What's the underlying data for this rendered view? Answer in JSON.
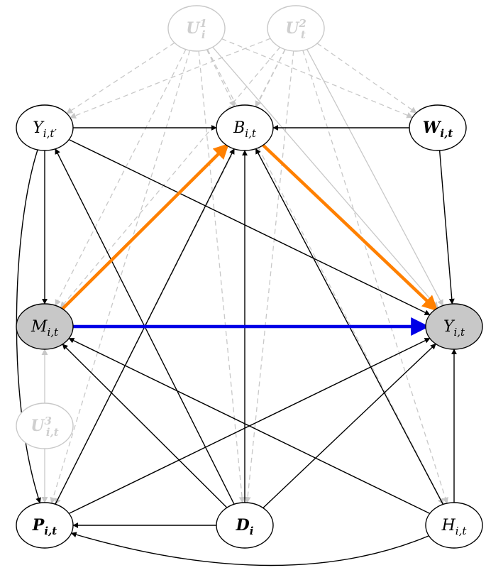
{
  "nodes": {
    "U1": {
      "base": "U",
      "sub": "i",
      "sup": "1",
      "latent": true,
      "bold": true
    },
    "U2": {
      "base": "U",
      "sub": "t",
      "sup": "2",
      "latent": true,
      "bold": true
    },
    "U3": {
      "base": "U",
      "sub": "i,t",
      "sup": "3",
      "latent": true,
      "bold": true
    },
    "Ytp": {
      "base": "Y",
      "sub": "i,t′",
      "sup": ""
    },
    "B": {
      "base": "B",
      "sub": "i,t",
      "sup": ""
    },
    "W": {
      "base": "W",
      "sub": "i,t",
      "sup": "",
      "bold": true
    },
    "M": {
      "base": "M",
      "sub": "i,t",
      "sup": "",
      "shaded": true
    },
    "Y": {
      "base": "Y",
      "sub": "i,t",
      "sup": "",
      "shaded": true
    },
    "P": {
      "base": "P",
      "sub": "i,t",
      "sup": "",
      "bold": true
    },
    "D": {
      "base": "D",
      "sub": "i",
      "sup": "",
      "bold": true
    },
    "H": {
      "base": "H",
      "sub": "i,t",
      "sup": ""
    }
  },
  "colors": {
    "black": "#000000",
    "latent_gray": "#c8c8c8",
    "orange": "#ff8000",
    "blue": "#0000e6",
    "shaded_fill": "#c8c8c8"
  },
  "edges": [
    {
      "from": "U1",
      "to": "Ytp",
      "style": "dashed"
    },
    {
      "from": "U1",
      "to": "B",
      "style": "dashed"
    },
    {
      "from": "U1",
      "to": "W",
      "style": "dashed"
    },
    {
      "from": "U1",
      "to": "M",
      "style": "dashed"
    },
    {
      "from": "U1",
      "to": "P",
      "style": "dashed"
    },
    {
      "from": "U1",
      "to": "D",
      "style": "dashed"
    },
    {
      "from": "U1",
      "to": "H",
      "style": "dashed"
    },
    {
      "from": "U1",
      "to": "Y",
      "style": "gray"
    },
    {
      "from": "U2",
      "to": "Ytp",
      "style": "dashed"
    },
    {
      "from": "U2",
      "to": "B",
      "style": "dashed"
    },
    {
      "from": "U2",
      "to": "W",
      "style": "dashed"
    },
    {
      "from": "U2",
      "to": "M",
      "style": "dashed"
    },
    {
      "from": "U2",
      "to": "P",
      "style": "dashed"
    },
    {
      "from": "U2",
      "to": "D",
      "style": "dashed"
    },
    {
      "from": "U2",
      "to": "H",
      "style": "dashed"
    },
    {
      "from": "U2",
      "to": "Y",
      "style": "gray"
    },
    {
      "from": "U3",
      "to": "M",
      "style": "gray"
    },
    {
      "from": "U3",
      "to": "P",
      "style": "gray"
    },
    {
      "from": "Ytp",
      "to": "B",
      "style": "black"
    },
    {
      "from": "Ytp",
      "to": "M",
      "style": "black"
    },
    {
      "from": "Ytp",
      "to": "Y",
      "style": "black"
    },
    {
      "from": "Ytp",
      "to": "P",
      "style": "black",
      "curve": "left"
    },
    {
      "from": "W",
      "to": "B",
      "style": "black"
    },
    {
      "from": "W",
      "to": "Y",
      "style": "black"
    },
    {
      "from": "M",
      "to": "B",
      "style": "orange"
    },
    {
      "from": "B",
      "to": "Y",
      "style": "orange"
    },
    {
      "from": "M",
      "to": "Y",
      "style": "blue"
    },
    {
      "from": "P",
      "to": "B",
      "style": "black"
    },
    {
      "from": "P",
      "to": "Y",
      "style": "black"
    },
    {
      "from": "D",
      "to": "P",
      "style": "black"
    },
    {
      "from": "D",
      "to": "B",
      "style": "black"
    },
    {
      "from": "D",
      "to": "Y",
      "style": "black"
    },
    {
      "from": "D",
      "to": "M",
      "style": "black"
    },
    {
      "from": "D",
      "to": "Ytp",
      "style": "black"
    },
    {
      "from": "H",
      "to": "Y",
      "style": "black"
    },
    {
      "from": "H",
      "to": "B",
      "style": "black"
    },
    {
      "from": "H",
      "to": "M",
      "style": "black"
    },
    {
      "from": "H",
      "to": "P",
      "style": "black",
      "curve": "bottom"
    }
  ]
}
